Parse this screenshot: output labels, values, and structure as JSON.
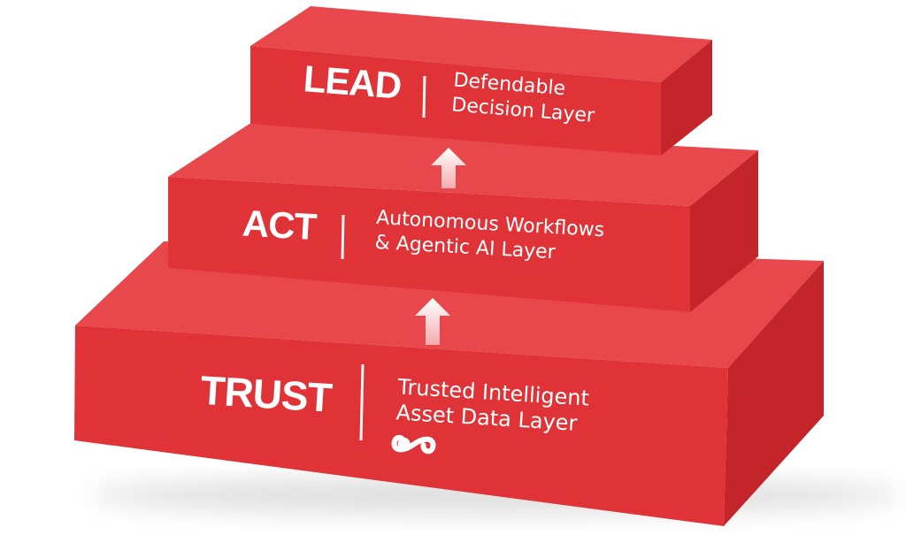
{
  "colors": {
    "front_face": "#df3337",
    "top_face": "#e8474c",
    "side_face": "#c3252b",
    "text": "#ffffff",
    "divider": "#ffffff"
  },
  "layers": [
    {
      "title": "LEAD",
      "description_line1": "Defendable",
      "description_line2": "Decision Layer"
    },
    {
      "title": "ACT",
      "description_line1": "Autonomous Workflows",
      "description_line2": "& Agentic AI Layer"
    },
    {
      "title": "TRUST",
      "description_line1": "Trusted Intelligent",
      "description_line2": "Asset Data Layer",
      "logo_icon": "infinity-loop-icon"
    }
  ],
  "arrows": [
    {
      "icon": "up-arrow-icon"
    },
    {
      "icon": "up-arrow-icon"
    }
  ]
}
